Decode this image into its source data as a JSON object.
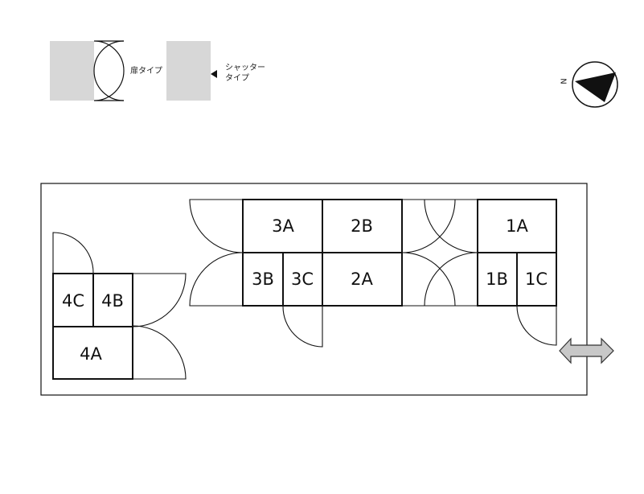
{
  "legend": {
    "door_type_label": "扉タイプ",
    "shutter_type_label_line1": "シャッター",
    "shutter_type_label_line2": "タイプ",
    "swatch_color": "#d7d7d7"
  },
  "compass": {
    "north_label": "N"
  },
  "units": {
    "u1A": "1A",
    "u1B": "1B",
    "u1C": "1C",
    "u2A": "2A",
    "u2B": "2B",
    "u3A": "3A",
    "u3B": "3B",
    "u3C": "3C",
    "u4A": "4A",
    "u4B": "4B",
    "u4C": "4C"
  },
  "entrance_arrow": {
    "fill_color": "#c8c8c8",
    "icon": "double-arrow-icon"
  }
}
